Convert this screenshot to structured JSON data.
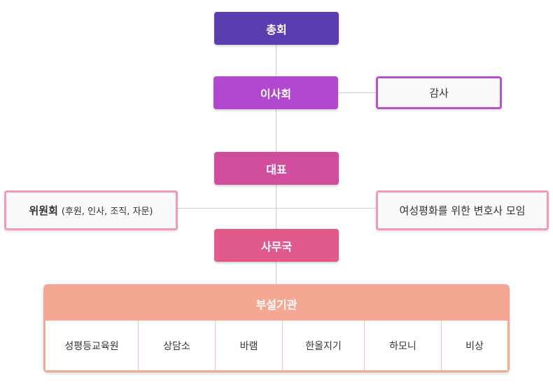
{
  "colors": {
    "general_assembly": "#5c3db0",
    "board": "#b148cf",
    "representative": "#d04c9d",
    "secretariat": "#e05b8b",
    "audit_border": "#b455c9",
    "committee_border": "#f09ab7",
    "affiliated": "#f4a893",
    "connector": "#cfcfcf"
  },
  "nodes": {
    "general_assembly": "총회",
    "board": "이사회",
    "audit": "감사",
    "representative": "대표",
    "committee": {
      "name": "위원회",
      "detail": "(후원, 인사, 조직, 자문)"
    },
    "lawyers_group": "여성평화를 위한 변호사 모임",
    "secretariat": "사무국"
  },
  "affiliated": {
    "title": "부설기관",
    "items": [
      "성평등교육원",
      "상담소",
      "바램",
      "한올지기",
      "하모니",
      "비상"
    ]
  }
}
